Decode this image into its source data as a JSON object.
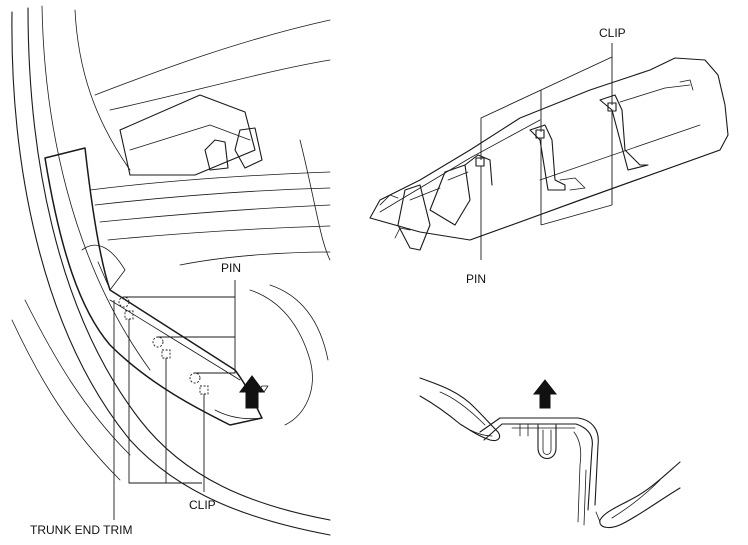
{
  "labels": {
    "left_pin": "PIN",
    "left_clip": "CLIP",
    "trunk_end_trim": "TRUNK END TRIM",
    "right_clip": "CLIP",
    "right_pin": "PIN"
  },
  "icons": {
    "left_panel_arrow": "up-arrow-icon",
    "detail_arrow": "up-arrow-icon"
  }
}
